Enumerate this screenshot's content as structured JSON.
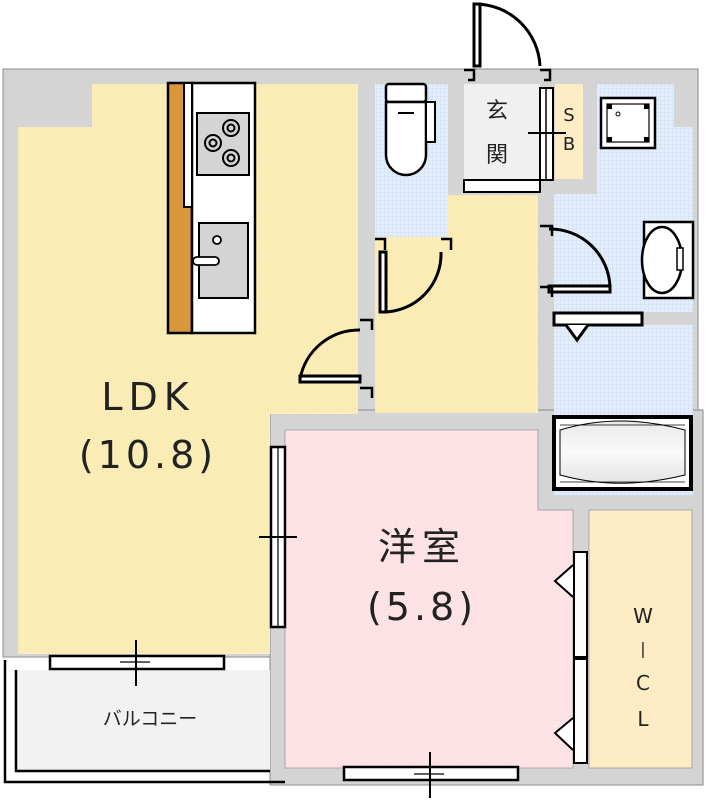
{
  "floorplan": {
    "rooms": {
      "ldk": {
        "name": "LDK",
        "area": "(10.8)"
      },
      "western_room": {
        "name": "洋室",
        "area": "(5.8)"
      },
      "entrance": {
        "line1": "玄",
        "line2": "関"
      },
      "shoe_box": {
        "line1": "S",
        "line2": "B"
      },
      "walk_in_closet": {
        "line1": "W",
        "line2": "|",
        "line3": "C",
        "line4": "L"
      },
      "balcony": {
        "name": "バルコニー"
      }
    },
    "colors": {
      "wall": "#d4d4d4",
      "ldk_floor": "#fbeeb8",
      "western_floor": "#fde3e6",
      "wet_floor": "#dbe8fa",
      "storage_floor": "#fdecc4",
      "entrance_floor": "#f0f0f0",
      "balcony_floor": "#f2f2f2",
      "counter": "#d9963a",
      "line": "#000000"
    }
  }
}
